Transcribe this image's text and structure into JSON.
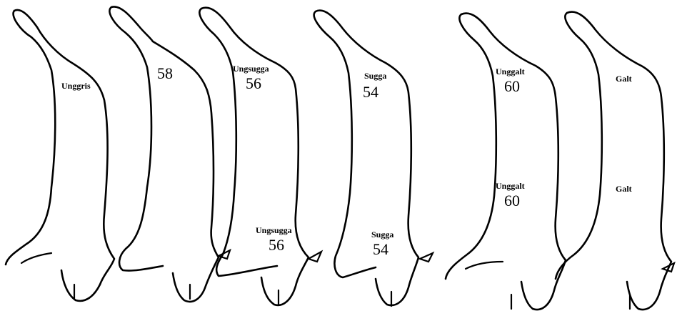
{
  "carcasses": [
    {
      "id": "c1",
      "stamps": [
        {
          "word": "Unggris",
          "number": ""
        }
      ]
    },
    {
      "id": "c2",
      "stamps": [
        {
          "word": "",
          "number": "58"
        }
      ]
    },
    {
      "id": "c3",
      "stamps": [
        {
          "word": "Ungsugga",
          "number": "56"
        },
        {
          "word": "Ungsugga",
          "number": "56"
        }
      ]
    },
    {
      "id": "c4",
      "stamps": [
        {
          "word": "Sugga",
          "number": "54"
        },
        {
          "word": "Sugga",
          "number": "54"
        }
      ]
    },
    {
      "id": "c5",
      "stamps": [
        {
          "word": "Unggalt",
          "number": "60"
        },
        {
          "word": "Unggalt",
          "number": "60"
        }
      ]
    },
    {
      "id": "c6",
      "stamps": [
        {
          "word": "Galt",
          "number": ""
        },
        {
          "word": "Galt",
          "number": ""
        }
      ]
    }
  ]
}
